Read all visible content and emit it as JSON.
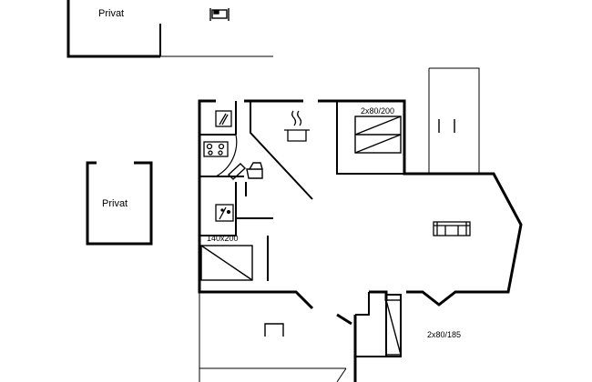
{
  "labels": {
    "privat_top": "Privat",
    "privat_left": "Privat",
    "bed_2x80_200": "2x80/200",
    "bed_140x200": "140x200",
    "bed_2x80_185": "2x80/185"
  },
  "icons": [
    "bed-icon",
    "washing-machine-icon",
    "cooking-pot-icon",
    "hob-icon",
    "toilet-icon",
    "shower-icon",
    "sofa-icon",
    "table-icon"
  ],
  "colors": {
    "wall": "#000000",
    "background": "#ffffff"
  }
}
